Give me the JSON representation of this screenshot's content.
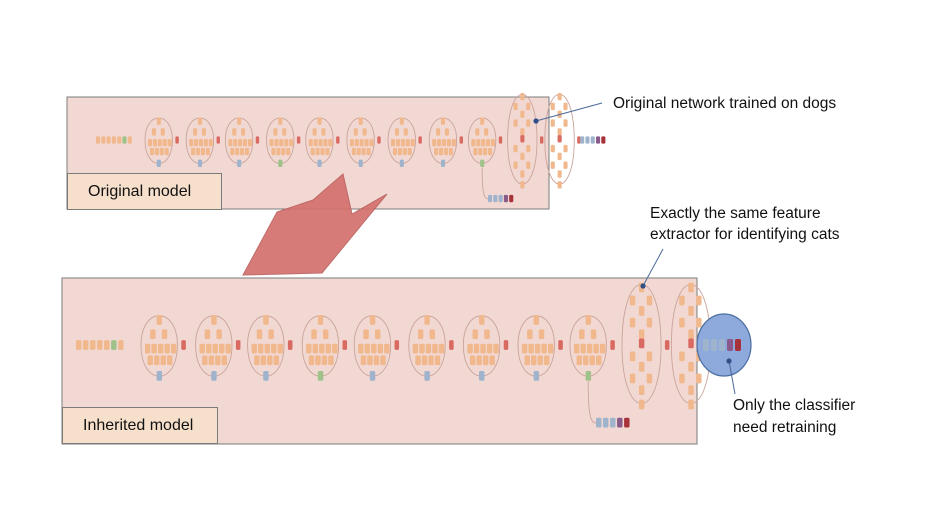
{
  "annotations": {
    "original_network": "Original network trained on dogs",
    "same_extractor_line1": "Exactly the same feature",
    "same_extractor_line2": "extractor for identifying cats",
    "classifier_line1": "Only the classifier",
    "classifier_line2": "need retraining"
  },
  "models": {
    "original_label": "Original model",
    "inherited_label": "Inherited model"
  },
  "colors": {
    "panel_fill": "#f2d8d3",
    "panel_border": "#7b7b7b",
    "label_fill": "#f6dfcb",
    "arrow_fill": "#d4706e",
    "classifier_fill": "#8ea9db",
    "classifier_border": "#4a6ea0",
    "node_orange": "#f0b88c",
    "node_red": "#d86a62",
    "node_blue": "#9fb4cc",
    "node_green": "#9ec28a",
    "node_purple": "#8a5a8a",
    "node_darkred": "#a8323a",
    "line": "#4a6a9a"
  },
  "icons": {
    "arrow": "block-arrow-down-left",
    "classifier": "ellipse-highlight"
  }
}
